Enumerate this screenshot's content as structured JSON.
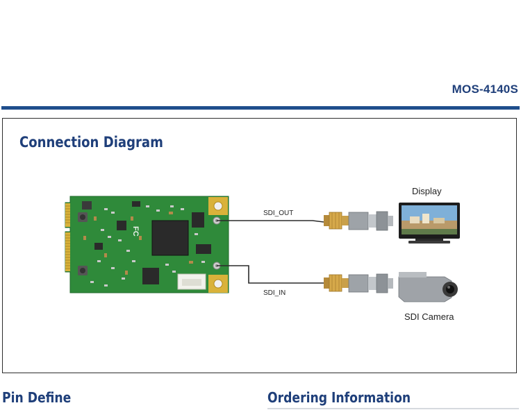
{
  "header": {
    "model": "MOS-4140S"
  },
  "connection_diagram": {
    "title": "Connection Diagram",
    "display_label": "Display",
    "camera_label": "SDI Camera",
    "sdi_out_label": "SDI_OUT",
    "sdi_in_label": "SDI_IN",
    "board_marking": "FC"
  },
  "sections": {
    "pin_define": "Pin Define",
    "ordering_information": "Ordering Information"
  },
  "colors": {
    "brand_blue": "#1f4e8c",
    "title_blue": "#1f3f7a",
    "pcb_green": "#2f8a3a",
    "gold": "#d9b23a"
  }
}
